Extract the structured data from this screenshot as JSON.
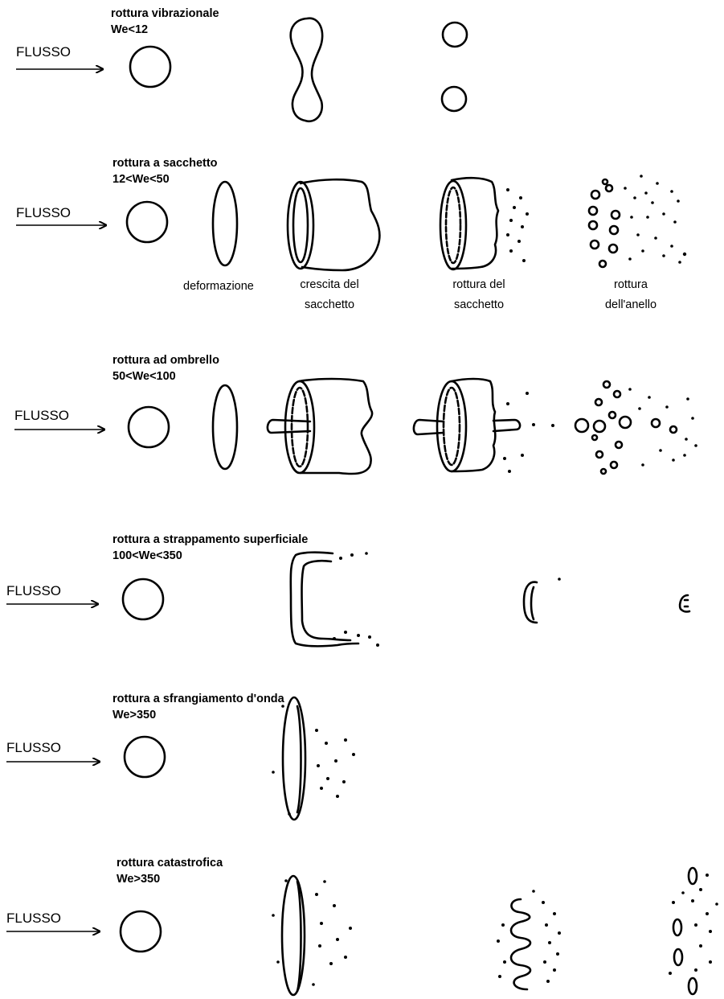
{
  "regimes": [
    {
      "title": "rottura vibrazionale",
      "condition": "We<12",
      "flow_label": "FLUSSO"
    },
    {
      "title": "rottura a sacchetto",
      "condition": "12<We<50",
      "flow_label": "FLUSSO",
      "captions": [
        {
          "line1": "deformazione",
          "line2": ""
        },
        {
          "line1": "crescita del",
          "line2": "sacchetto"
        },
        {
          "line1": "rottura del",
          "line2": "sacchetto"
        },
        {
          "line1": "rottura",
          "line2": "dell'anello"
        }
      ]
    },
    {
      "title": "rottura ad ombrello",
      "condition": "50<We<100",
      "flow_label": "FLUSSO"
    },
    {
      "title": "rottura a strappamento superficiale",
      "condition": "100<We<350",
      "flow_label": "FLUSSO"
    },
    {
      "title": "rottura a sfrangiamento d'onda",
      "condition": "We>350",
      "flow_label": "FLUSSO"
    },
    {
      "title": "rottura catastrofica",
      "condition": "We>350",
      "flow_label": "FLUSSO"
    }
  ]
}
